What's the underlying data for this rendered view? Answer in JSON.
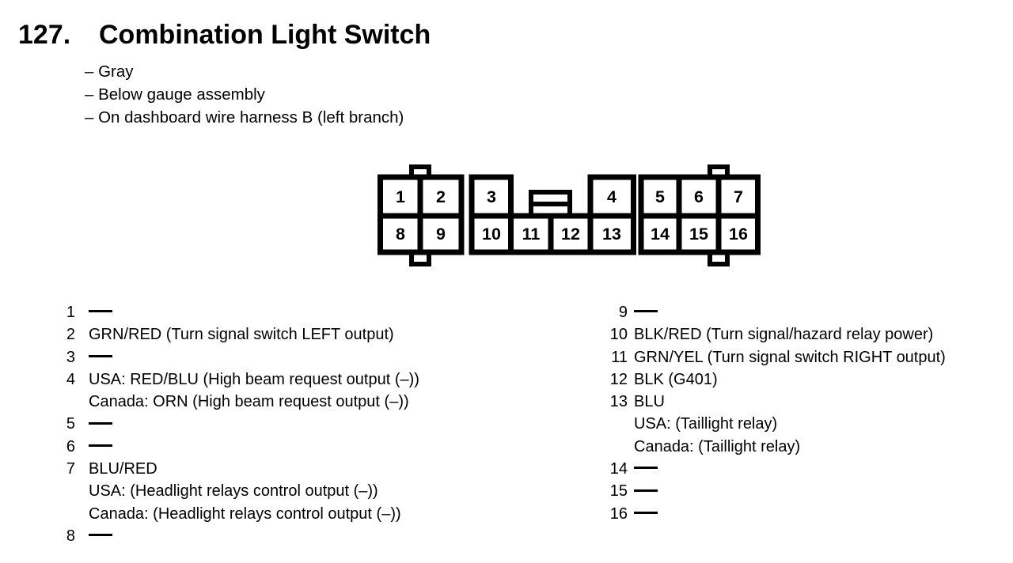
{
  "page": {
    "background": "#ffffff",
    "ink": "#000000"
  },
  "header": {
    "number": "127.",
    "title": "Combination Light Switch",
    "notes": [
      "– Gray",
      "– Below gauge assembly",
      "– On dashboard wire harness B (left branch)"
    ]
  },
  "connector": {
    "description": "16-cavity connector, front view, two rows with center latch and edge tabs",
    "top_row_pins": [
      "1",
      "2",
      "3",
      "4",
      "5",
      "6",
      "7"
    ],
    "bottom_row_pins": [
      "8",
      "9",
      "10",
      "11",
      "12",
      "13",
      "14",
      "15",
      "16"
    ]
  },
  "pinout": {
    "left": [
      {
        "pin": "1",
        "lines": []
      },
      {
        "pin": "2",
        "lines": [
          "GRN/RED (Turn signal switch LEFT output)"
        ]
      },
      {
        "pin": "3",
        "lines": []
      },
      {
        "pin": "4",
        "lines": [
          "USA: RED/BLU (High beam request output (–))",
          "Canada: ORN (High beam request output (–))"
        ]
      },
      {
        "pin": "5",
        "lines": []
      },
      {
        "pin": "6",
        "lines": []
      },
      {
        "pin": "7",
        "lines": [
          "BLU/RED",
          "USA: (Headlight relays control output (–))",
          "Canada: (Headlight relays control output (–))"
        ]
      },
      {
        "pin": "8",
        "lines": []
      }
    ],
    "right": [
      {
        "pin": "9",
        "lines": []
      },
      {
        "pin": "10",
        "lines": [
          "BLK/RED (Turn signal/hazard relay power)"
        ]
      },
      {
        "pin": "11",
        "lines": [
          "GRN/YEL (Turn signal switch RIGHT output)"
        ]
      },
      {
        "pin": "12",
        "lines": [
          "BLK (G401)"
        ]
      },
      {
        "pin": "13",
        "lines": [
          "BLU",
          "USA: (Taillight relay)",
          "Canada: (Taillight relay)"
        ]
      },
      {
        "pin": "14",
        "lines": []
      },
      {
        "pin": "15",
        "lines": []
      },
      {
        "pin": "16",
        "lines": []
      }
    ]
  }
}
